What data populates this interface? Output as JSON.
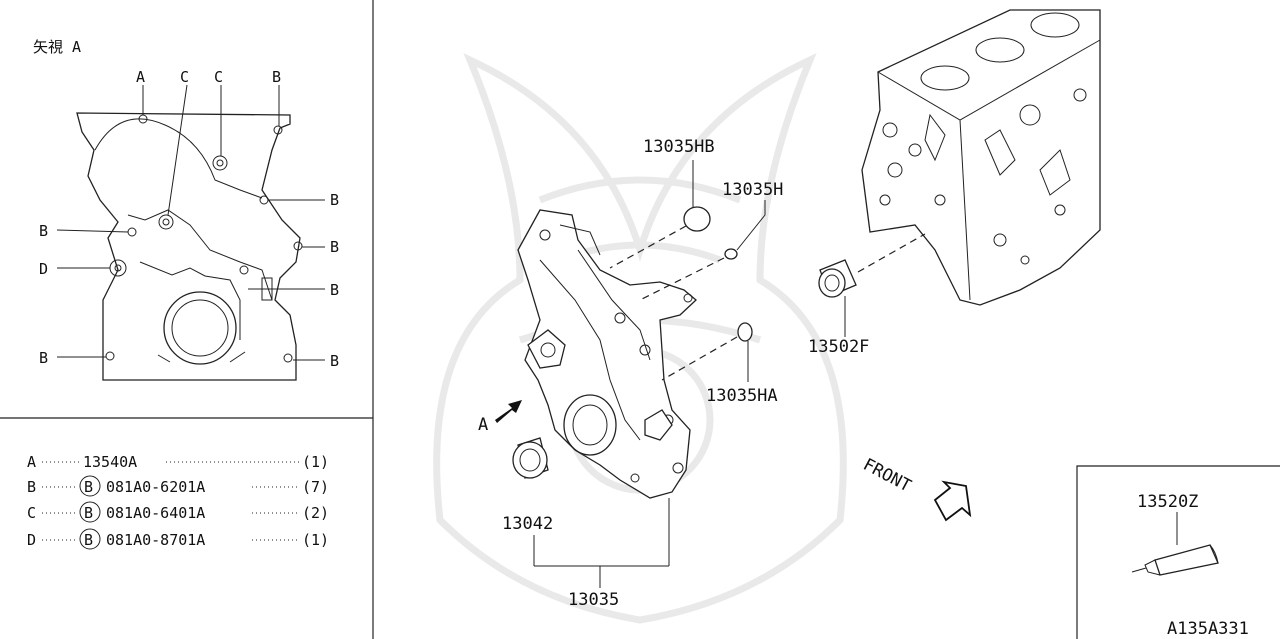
{
  "view_label": "矢視 A",
  "bolt_callouts": {
    "A": "A",
    "B": "B",
    "C": "C",
    "D": "D"
  },
  "legend": [
    {
      "key": "A",
      "circled": "",
      "part": "13540A",
      "qty": "(1)"
    },
    {
      "key": "B",
      "circled": "B",
      "part": "081A0-6201A",
      "qty": "(7)"
    },
    {
      "key": "C",
      "circled": "B",
      "part": "081A0-6401A",
      "qty": "(2)"
    },
    {
      "key": "D",
      "circled": "B",
      "part": "081A0-8701A",
      "qty": "(1)"
    }
  ],
  "parts": {
    "p13035HB": "13035HB",
    "p13035H": "13035H",
    "p13035HA": "13035HA",
    "p13502F": "13502F",
    "p13042": "13042",
    "p13035": "13035",
    "p13520Z": "13520Z"
  },
  "arrow_label": "A",
  "front_label": "FRONT",
  "diagram_code": "A135A331"
}
